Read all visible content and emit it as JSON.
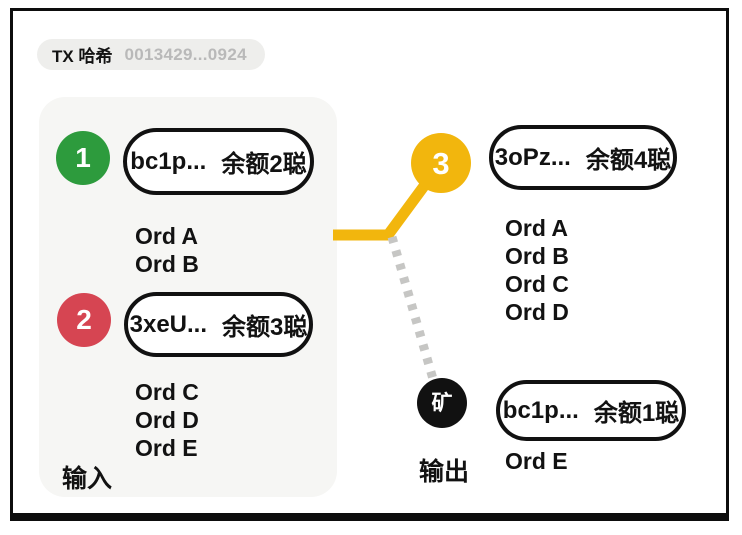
{
  "header": {
    "tx_label": "TX 哈希",
    "tx_hash": "0013429...0924"
  },
  "inputs": {
    "panel_label": "输入",
    "utxos": [
      {
        "index": "1",
        "color": "#2d9b3d",
        "address": "bc1p...",
        "balance": "余额2聪",
        "ordinals": [
          "Ord A",
          "Ord B"
        ]
      },
      {
        "index": "2",
        "color": "#d64552",
        "address": "3xeU...",
        "balance": "余额3聪",
        "ordinals": [
          "Ord C",
          "Ord D",
          "Ord E"
        ]
      }
    ]
  },
  "outputs": {
    "panel_label": "输出",
    "utxos": [
      {
        "index": "3",
        "color": "#f2b60d",
        "address": "3oPz...",
        "balance": "余额4聪",
        "ordinals": [
          "Ord A",
          "Ord B",
          "Ord C",
          "Ord D"
        ]
      },
      {
        "index": "矿",
        "color": "#111111",
        "address": "bc1p...",
        "balance": "余额1聪",
        "ordinals": [
          "Ord E"
        ]
      }
    ]
  },
  "connectors": {
    "flow_color": "#f2b60d",
    "fee_dash_color": "#c6c6c4"
  }
}
